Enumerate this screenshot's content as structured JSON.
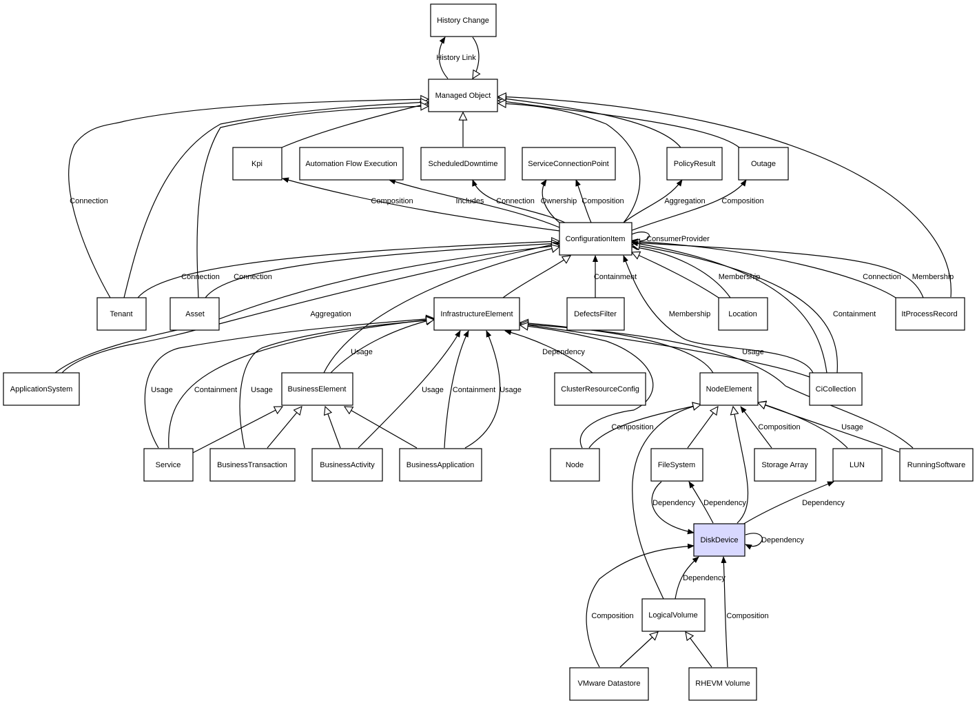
{
  "diagram": {
    "highlight": "#d8d8ff",
    "nodes": {
      "history_change": "History Change",
      "managed_object": "Managed Object",
      "kpi": "Kpi",
      "automation_flow": "Automation Flow Execution",
      "scheduled_downtime": "ScheduledDowntime",
      "service_connection_point": "ServiceConnectionPoint",
      "policy_result": "PolicyResult",
      "outage": "Outage",
      "configuration_item": "ConfigurationItem",
      "tenant": "Tenant",
      "asset": "Asset",
      "infrastructure_element": "InfrastructureElement",
      "defects_filter": "DefectsFilter",
      "location": "Location",
      "it_process_record": "ItProcessRecord",
      "application_system": "ApplicationSystem",
      "business_element": "BusinessElement",
      "cluster_resource_config": "ClusterResourceConfig",
      "node_element": "NodeElement",
      "ci_collection": "CiCollection",
      "service": "Service",
      "business_transaction": "BusinessTransaction",
      "business_activity": "BusinessActivity",
      "business_application": "BusinessApplication",
      "node": "Node",
      "file_system": "FileSystem",
      "storage_array": "Storage Array",
      "lun": "LUN",
      "running_software": "RunningSoftware",
      "disk_device": "DiskDevice",
      "logical_volume": "LogicalVolume",
      "vmware_datastore": "VMware Datastore",
      "rhevm_volume": "RHEVM Volume"
    },
    "edge_labels": {
      "history_link": "History Link",
      "tenant_mo_connection": "Connection",
      "ci_kpi_composition": "Composition",
      "ci_afe_includes": "Includes",
      "ci_sd_connection": "Connection",
      "ci_scp_ownership": "Ownership",
      "ci_scp_composition": "Composition",
      "ci_pr_aggregation": "Aggregation",
      "ci_outage_composition": "Composition",
      "ci_self_consumer_provider": "ConsumerProvider",
      "tenant_ci_connection": "Connection",
      "asset_ci_connection": "Connection",
      "ci_df_containment": "Containment",
      "location_membership": "Membership",
      "itpr_connection": "Connection",
      "itpr_membership": "Membership",
      "ci_aggregation": "Aggregation",
      "cic_membership": "Membership",
      "cic_containment": "Containment",
      "be_ie_usage": "Usage",
      "crc_ie_dependency": "Dependency",
      "cic_ie_usage": "Usage",
      "service_ie_usage": "Usage",
      "service_ie_containment": "Containment",
      "bt_ie_usage": "Usage",
      "ba_ie_usage": "Usage",
      "bapp_ie_containment": "Containment",
      "bapp_ie_usage": "Usage",
      "node_ne_composition": "Composition",
      "sa_ne_composition": "Composition",
      "rs_ne_usage": "Usage",
      "dd_fs_dependency_1": "Dependency",
      "dd_fs_dependency_2": "Dependency",
      "dd_lun_dependency": "Dependency",
      "dd_self_dependency": "Dependency",
      "lv_dd_dependency": "Dependency",
      "vmw_dd_composition": "Composition",
      "rhevm_dd_composition": "Composition"
    }
  }
}
